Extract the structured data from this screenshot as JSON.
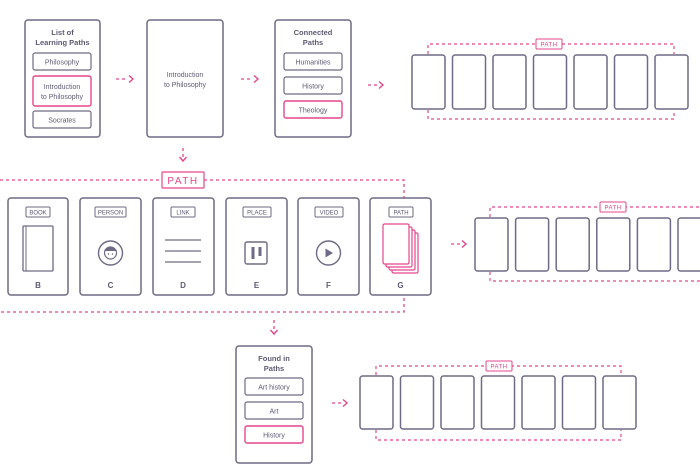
{
  "colors": {
    "outline": "#6f6a85",
    "accent": "#e4468a",
    "text": "#5e5a73",
    "bg": "#ffffff"
  },
  "learning_paths": {
    "title_line1": "List of",
    "title_line2": "Learning Paths",
    "items": [
      {
        "label": "Philosophy",
        "highlighted": false
      },
      {
        "label_line1": "Introduction",
        "label_line2": "to Philosophy",
        "highlighted": true
      },
      {
        "label": "Socrates",
        "highlighted": false
      }
    ]
  },
  "detail_card": {
    "line1": "Introduction",
    "line2": "to Philosophy"
  },
  "connected_paths": {
    "title_line1": "Connected",
    "title_line2": "Paths",
    "items": [
      {
        "label": "Humanities",
        "highlighted": false
      },
      {
        "label": "History",
        "highlighted": false
      },
      {
        "label": "Theology",
        "highlighted": true
      }
    ]
  },
  "path_strip_top": {
    "tag": "PATH",
    "card_count": 7
  },
  "main_path": {
    "tag": "PATH",
    "cards": [
      {
        "tag": "BOOK",
        "letter": "B",
        "icon": "book-icon"
      },
      {
        "tag": "PERSON",
        "letter": "C",
        "icon": "person-icon"
      },
      {
        "tag": "LINK",
        "letter": "D",
        "icon": "link-lines-icon"
      },
      {
        "tag": "PLACE",
        "letter": "E",
        "icon": "place-icon"
      },
      {
        "tag": "VIDEO",
        "letter": "F",
        "icon": "play-icon"
      },
      {
        "tag": "PATH",
        "letter": "G",
        "icon": "stacked-cards-icon"
      }
    ]
  },
  "path_strip_middle": {
    "tag": "PATH",
    "card_count": 6
  },
  "found_in_paths": {
    "title_line1": "Found in",
    "title_line2": "Paths",
    "items": [
      {
        "label": "Art history",
        "highlighted": false
      },
      {
        "label": "Art",
        "highlighted": false
      },
      {
        "label": "History",
        "highlighted": true
      }
    ]
  },
  "path_strip_bottom": {
    "tag": "PATH",
    "card_count": 7
  },
  "arrows": {
    "glyph": "› ›"
  }
}
